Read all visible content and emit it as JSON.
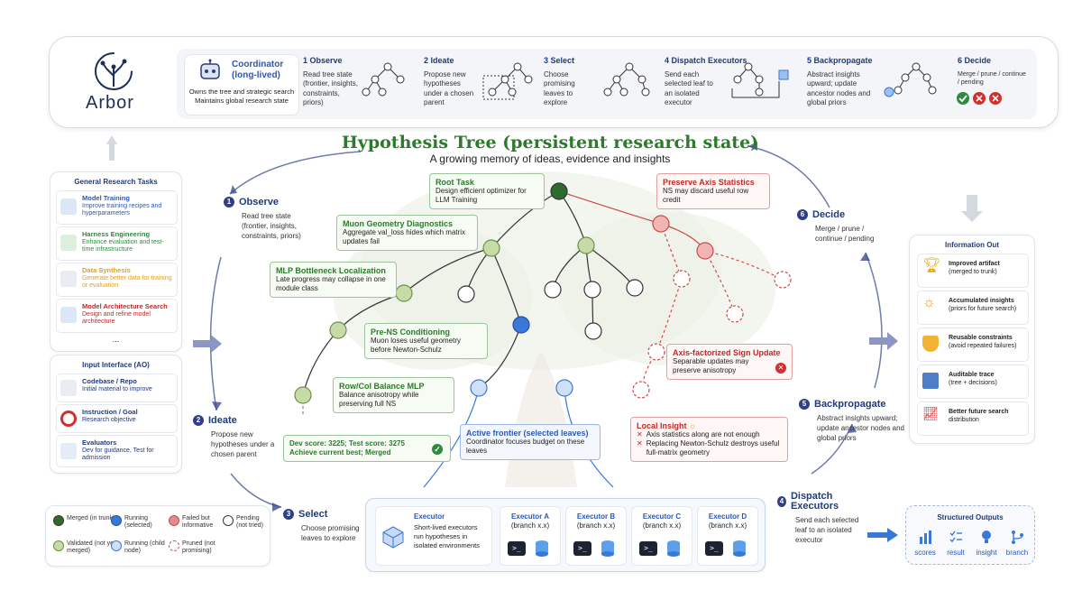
{
  "logo": {
    "text": "Arbor",
    "icon": "tree-robot-icon"
  },
  "top_steps": {
    "coordinator": {
      "title": "Coordinator (long-lived)",
      "desc": "Owns the tree and strategic search Maintains global research state"
    },
    "steps": [
      {
        "title": "1 Observe",
        "desc": "Read tree state (frontier, insights, constraints, priors)"
      },
      {
        "title": "2 Ideate",
        "desc": "Propose new hypotheses under a chosen parent"
      },
      {
        "title": "3 Select",
        "desc": "Choose promising leaves to explore"
      },
      {
        "title": "4 Dispatch Executors",
        "desc": "Send each selected leaf to an isolated executor"
      },
      {
        "title": "5 Backpropagate",
        "desc": "Abstract insights upward; update ancestor nodes and global priors"
      },
      {
        "title": "6 Decide",
        "desc": "Merge / prune / continue / pending"
      }
    ]
  },
  "hypothesis_tree": {
    "title": "Hypothesis Tree (persistent research state)",
    "subtitle": "A growing memory of ideas, evidence and insights"
  },
  "phases": [
    {
      "num": "1",
      "title": "Observe",
      "desc": "Read tree state (frontier, insights, constraints, priors)"
    },
    {
      "num": "2",
      "title": "Ideate",
      "desc": "Propose new hypotheses under a chosen parent"
    },
    {
      "num": "3",
      "title": "Select",
      "desc": "Choose promising leaves to explore"
    },
    {
      "num": "4",
      "title": "Dispatch Executors",
      "desc": "Send each selected leaf to an isolated executor"
    },
    {
      "num": "5",
      "title": "Backpropagate",
      "desc": "Abstract insights upward; update ancestor nodes and global priors"
    },
    {
      "num": "6",
      "title": "Decide",
      "desc": "Merge / prune / continue / pending"
    }
  ],
  "tree_notes": {
    "root": {
      "title": "Root Task",
      "desc": "Design efficient optimizer for LLM Training"
    },
    "muon": {
      "title": "Muon Geometry Diagnostics",
      "desc": "Aggregate val_loss hides which matrix updates fail"
    },
    "mlp": {
      "title": "MLP Bottleneck Localization",
      "desc": "Late progress may collapse in one module class"
    },
    "prens": {
      "title": "Pre-NS Conditioning",
      "desc": "Muon loses useful geometry before Newton-Schulz"
    },
    "rowcol": {
      "title": "Row/Col Balance MLP",
      "desc": "Balance anisotropy while preserving full NS"
    },
    "dev": {
      "line1": "Dev score: 3225; Test score: 3275",
      "line2": "Achieve current best; Merged"
    },
    "frontier": {
      "title": "Active frontier (selected leaves)",
      "desc": "Coordinator focuses budget on these leaves"
    },
    "preserve": {
      "title": "Preserve Axis Statistics",
      "desc": "NS may discard useful row credit"
    },
    "axis": {
      "title": "Axis-factorized Sign Update",
      "desc": "Separable updates may preserve anisotropy"
    },
    "local": {
      "title": "Local Insight",
      "items": [
        "Axis statistics along are not enough",
        "Replacing Newton-Schulz destroys useful full-matrix geometry"
      ]
    }
  },
  "general_tasks": {
    "title": "General Research Tasks",
    "items": [
      {
        "title": "Model Training",
        "desc": "Improve training recipes and hyperparameters",
        "color": "#2b58b6"
      },
      {
        "title": "Harness Engineering",
        "desc": "Enhance evaluation and test-time infrastructure",
        "color": "#2d8a3e"
      },
      {
        "title": "Data Synthesis",
        "desc": "Generate better data for training or evaluation",
        "color": "#e0a21b"
      },
      {
        "title": "Model Architecture Search",
        "desc": "Design and refine model architecture",
        "color": "#c62828"
      }
    ],
    "more": "..."
  },
  "input_interface": {
    "title": "Input Interface (AO)",
    "items": [
      {
        "title": "Codebase / Repo",
        "desc": "Initial material to improve"
      },
      {
        "title": "Instruction / Goal",
        "desc": "Research objective"
      },
      {
        "title": "Evaluators",
        "desc": "Dev for guidance, Test for admission"
      }
    ]
  },
  "info_out": {
    "title": "Information Out",
    "items": [
      {
        "title": "Improved artifact",
        "desc": "(merged to trunk)"
      },
      {
        "title": "Accumulated insights",
        "desc": "(priors for future search)"
      },
      {
        "title": "Reusable constraints",
        "desc": "(avoid repeated failures)"
      },
      {
        "title": "Auditable trace",
        "desc": "(tree + decisions)"
      },
      {
        "title": "Better future search",
        "desc": "distribution"
      }
    ]
  },
  "legend": [
    {
      "label": "Merged (in trunk)",
      "color": "#2f6b2f"
    },
    {
      "label": "Running (selected)",
      "color": "#3a78d8"
    },
    {
      "label": "Failed but informative",
      "color": "#e38a8a"
    },
    {
      "label": "Pending (not tried)",
      "color": "#ffffff"
    },
    {
      "label": "Validated (not yet merged)",
      "color": "#c6dba6"
    },
    {
      "label": "Running (child node)",
      "color": "#cfe0f7"
    },
    {
      "label": "Pruned (not promising)",
      "color": "#ffffff"
    }
  ],
  "executor": {
    "title": "Executor",
    "desc": "Short-lived executors run hypotheses in isolated environments",
    "cards": [
      {
        "name": "Executor A",
        "branch": "(branch x.x)"
      },
      {
        "name": "Executor B",
        "branch": "(branch x.x)"
      },
      {
        "name": "Executor C",
        "branch": "(branch x.x)"
      },
      {
        "name": "Executor D",
        "branch": "(branch x.x)"
      }
    ],
    "terminal_glyph": ">_"
  },
  "structured_outputs": {
    "title": "Structured Outputs",
    "items": [
      "scores",
      "result",
      "insight",
      "branch"
    ]
  }
}
